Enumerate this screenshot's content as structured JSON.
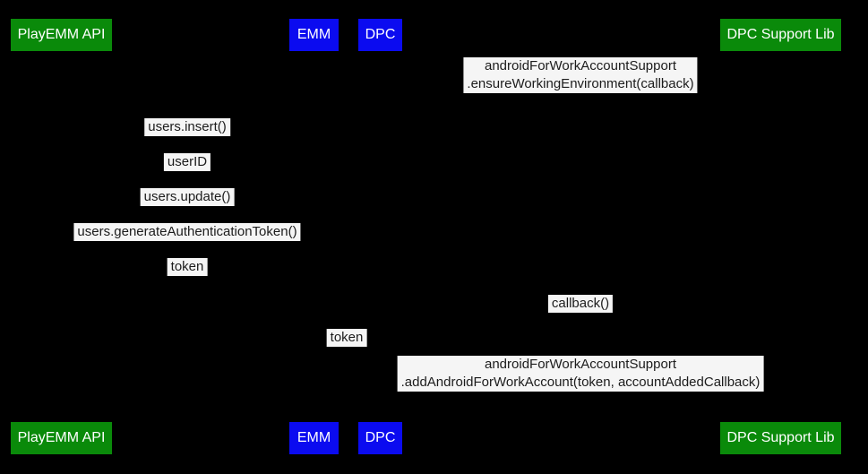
{
  "diagram_type": "sequence-diagram",
  "colors": {
    "background": "#000000",
    "participant_green": "#0a8a0a",
    "participant_blue": "#0b0bf0",
    "participant_text": "#ffffff",
    "message_bg": "#f5f5f5",
    "message_text": "#1c1c1c"
  },
  "participants": [
    {
      "label": "PlayEMM API",
      "color": "green"
    },
    {
      "label": "EMM",
      "color": "blue"
    },
    {
      "label": "DPC",
      "color": "blue"
    },
    {
      "label": "DPC Support Lib",
      "color": "green"
    }
  ],
  "messages": [
    {
      "lines": [
        "androidForWorkAccountSupport",
        ".ensureWorkingEnvironment(callback)"
      ]
    },
    {
      "lines": [
        "users.insert()"
      ]
    },
    {
      "lines": [
        "userID"
      ]
    },
    {
      "lines": [
        "users.update()"
      ]
    },
    {
      "lines": [
        "users.generateAuthenticationToken()"
      ]
    },
    {
      "lines": [
        "token"
      ]
    },
    {
      "lines": [
        "callback()"
      ]
    },
    {
      "lines": [
        "token"
      ]
    },
    {
      "lines": [
        "androidForWorkAccountSupport",
        ".addAndroidForWorkAccount(token, accountAddedCallback)"
      ]
    }
  ]
}
